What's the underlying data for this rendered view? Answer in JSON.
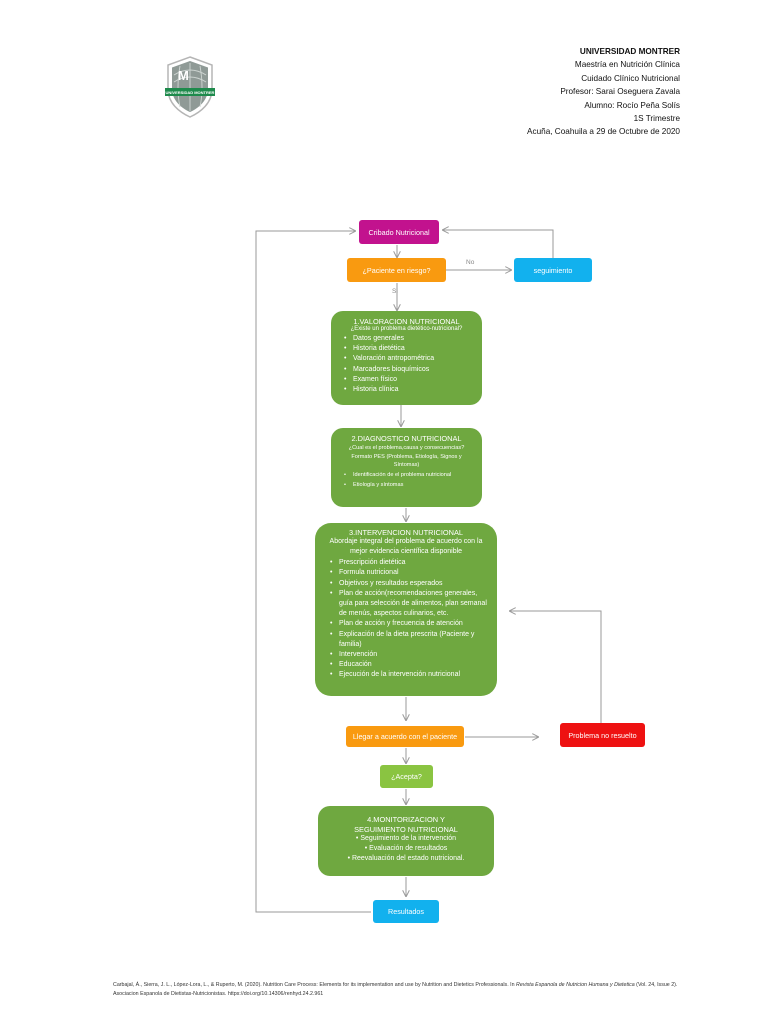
{
  "logo": {
    "text": "UNIVERSIDAD MONTRER",
    "icon": "university-shield-logo",
    "color": "#1e8a4c"
  },
  "header": {
    "university": "UNIVERSIDAD MONTRER",
    "program": "Maestría en Nutrición Clínica",
    "course": "Cuidado Clínico Nutricional",
    "professor": "Profesor: Sarai Oseguera Zavala",
    "student": "Alumno: Rocío Peña Solís",
    "term": "1S Trimestre",
    "place_date": "Acuña, Coahuila a 29 de Octubre de 2020"
  },
  "flow": {
    "screening": "Cribado Nutricional",
    "risk_question": "¿Paciente en riesgo?",
    "follow_up": "seguimiento",
    "no_label": "No",
    "yes_label": "Si",
    "assessment": {
      "title": "1.VALORACION NUTRICIONAL",
      "subtitle": "¿Existe un problema dietético-nutricional?",
      "items": [
        "Datos generales",
        "Historia dietética",
        "Valoración antropométrica",
        "Marcadores bioquímicos",
        "Examen físico",
        "Historia clínica"
      ]
    },
    "diagnosis": {
      "title": "2.DIAGNOSTICO NUTRICIONAL",
      "subtitle": "¿Cual es el problema,causa y consecuencias?",
      "subtitle2": "Formato PES (Problema, Etiología, Signos y Síntomas)",
      "items": [
        "Identificación de el problema nutricional",
        "Etiología y síntomas"
      ]
    },
    "intervention": {
      "title": "3.INTERVENCION NUTRICIONAL",
      "subtitle": "Abordaje integral del problema de acuerdo con la mejor evidencia científica disponible",
      "items": [
        "Prescripción dietética",
        "Formula nutricional",
        "Objetivos y resultados esperados",
        "Plan de acción(recomendaciones generales, guía para selección de alimentos, plan semanal de menús, aspectos culinarios, etc.",
        "Plan de acción y frecuencia de atención",
        "Explicación de la dieta prescrita (Paciente y familia)",
        "Intervención",
        "Educación",
        "Ejecución de la intervención nutricional"
      ]
    },
    "agreement": "Llegar a acuerdo con el paciente",
    "unresolved": "Problema no resuelto",
    "accept_question": "¿Acepta?",
    "monitoring": {
      "title": "4.MONITORIZACION Y SEGUIMIENTO NUTRICIONAL",
      "items": [
        "Seguimiento de la intervención",
        "Evaluación de resultados",
        "Reevaluación del estado nutricional."
      ]
    },
    "results": "Resultados"
  },
  "colors": {
    "screening": "#c2128e",
    "question": "#f99a10",
    "info": "#12b1ee",
    "process": "#6fa840",
    "accept": "#8ac441",
    "alert": "#ee1111",
    "connector": "#9a9a9a"
  },
  "citation": {
    "text": "Carbajal, Á., Sierra, J. L., López-Lora, L., & Ruperto, M. (2020). Nutrition Care Process: Elements for its implementation and use by Nutrition and Dietetics Professionals. In ",
    "journal": "Revista Espanola de Nutricion Humana y Dietetica",
    "volume": " (Vol. 24, Issue 2).",
    "publisher": "Asociacion Espanola de Dietistas-Nutricionistas. https://doi.org/10.14306/renhyd.24.2.961"
  }
}
